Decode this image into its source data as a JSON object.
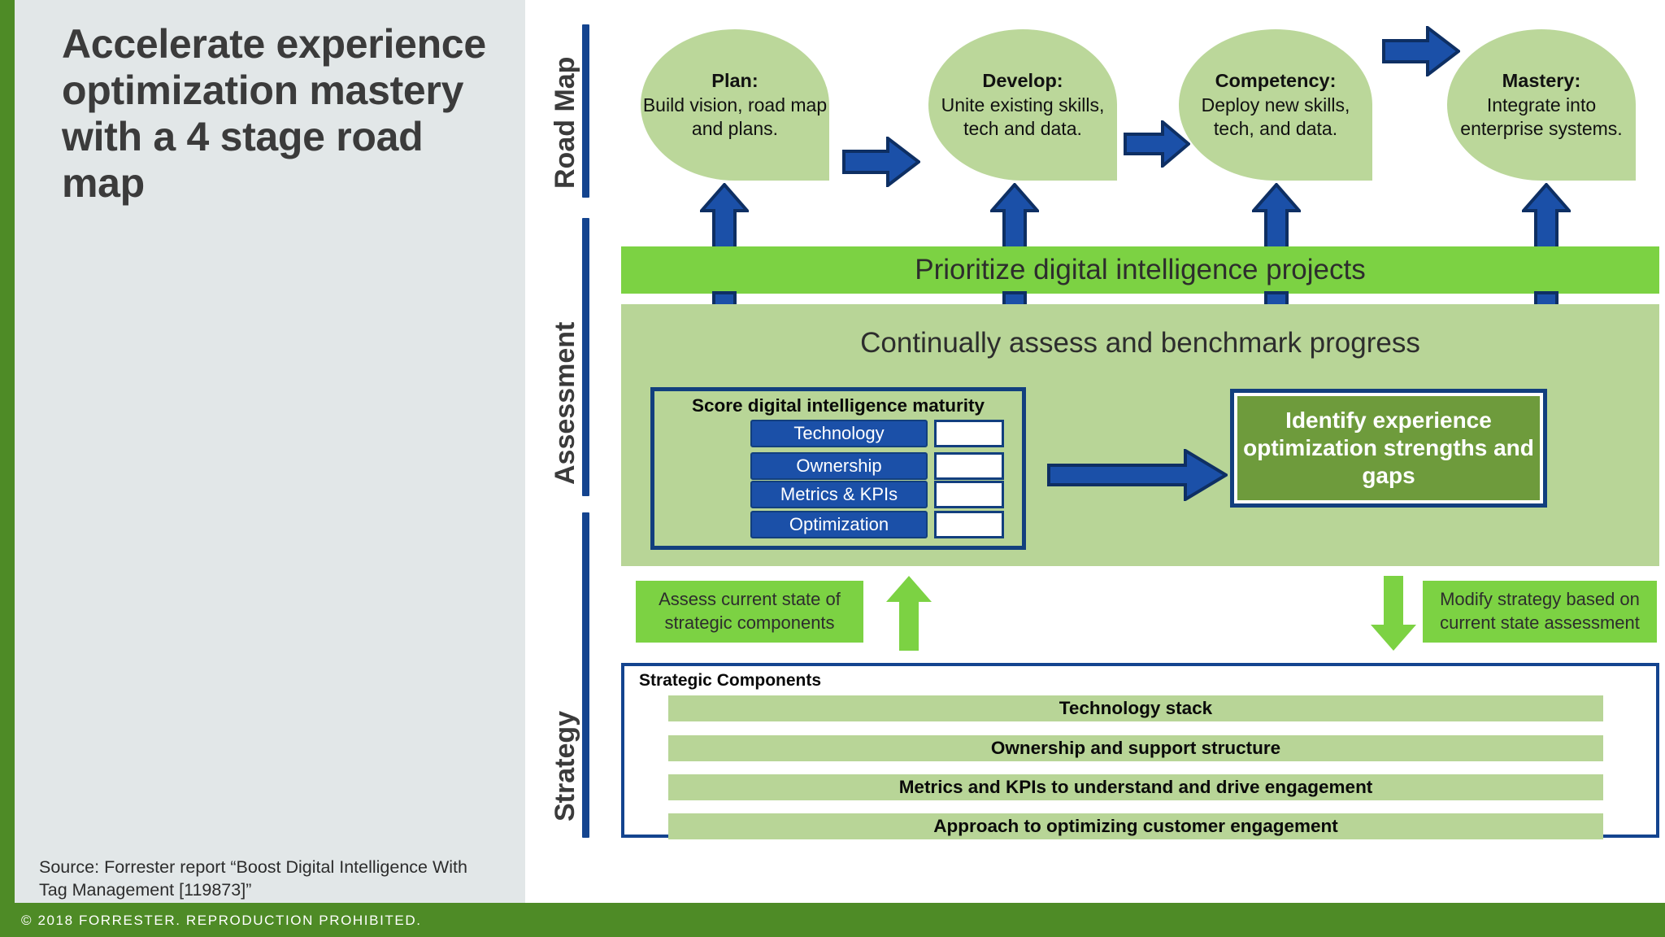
{
  "slide": {
    "title": "Accelerate experience optimization mastery with a 4 stage road map",
    "source": "Source: Forrester report “Boost Digital Intelligence With Tag Management [119873]”",
    "footer": "© 2018 FORRESTER. REPRODUCTION PROHIBITED.",
    "colors": {
      "brand_green": "#4E8B26",
      "bright_green": "#7CD243",
      "sage_green": "#B8D597",
      "bubble_green": "#BBD79A",
      "navy": "#14448F",
      "arrow_blue": "#1B50A8",
      "sidebar_gray": "#E2E7E8"
    }
  },
  "sections": [
    {
      "label": "Road Map"
    },
    {
      "label": "Assessment"
    },
    {
      "label": "Strategy"
    }
  ],
  "roadmap": {
    "stages": [
      {
        "heading": "Plan:",
        "body": "Build vision, road map and plans."
      },
      {
        "heading": "Develop:",
        "body": "Unite existing skills, tech and data."
      },
      {
        "heading": "Competency:",
        "body": "Deploy new skills, tech, and data."
      },
      {
        "heading": "Mastery:",
        "body": "Integrate into enterprise systems."
      }
    ],
    "stage_connector_icon": "right-arrow-icon"
  },
  "priority_band": {
    "label": "Prioritize digital intelligence projects"
  },
  "assessment": {
    "heading": "Continually assess and benchmark progress",
    "score_card": {
      "title": "Score digital intelligence maturity",
      "rows": [
        {
          "label": "Technology",
          "value": ""
        },
        {
          "label": "Ownership",
          "value": ""
        },
        {
          "label": "Metrics & KPIs",
          "value": ""
        },
        {
          "label": "Optimization",
          "value": ""
        }
      ]
    },
    "outcome": {
      "label": "Identify experience optimization strengths and gaps"
    },
    "flow_arrow_icon": "right-arrow-icon"
  },
  "feedback": {
    "up": {
      "label": "Assess current state of strategic components",
      "icon": "up-arrow-icon"
    },
    "down": {
      "label": "Modify strategy based on current state assessment",
      "icon": "down-arrow-icon"
    }
  },
  "strategy": {
    "title": "Strategic Components",
    "rows": [
      "Technology stack",
      "Ownership and support structure",
      "Metrics and KPIs to understand and drive engagement",
      "Approach to optimizing customer engagement"
    ]
  }
}
